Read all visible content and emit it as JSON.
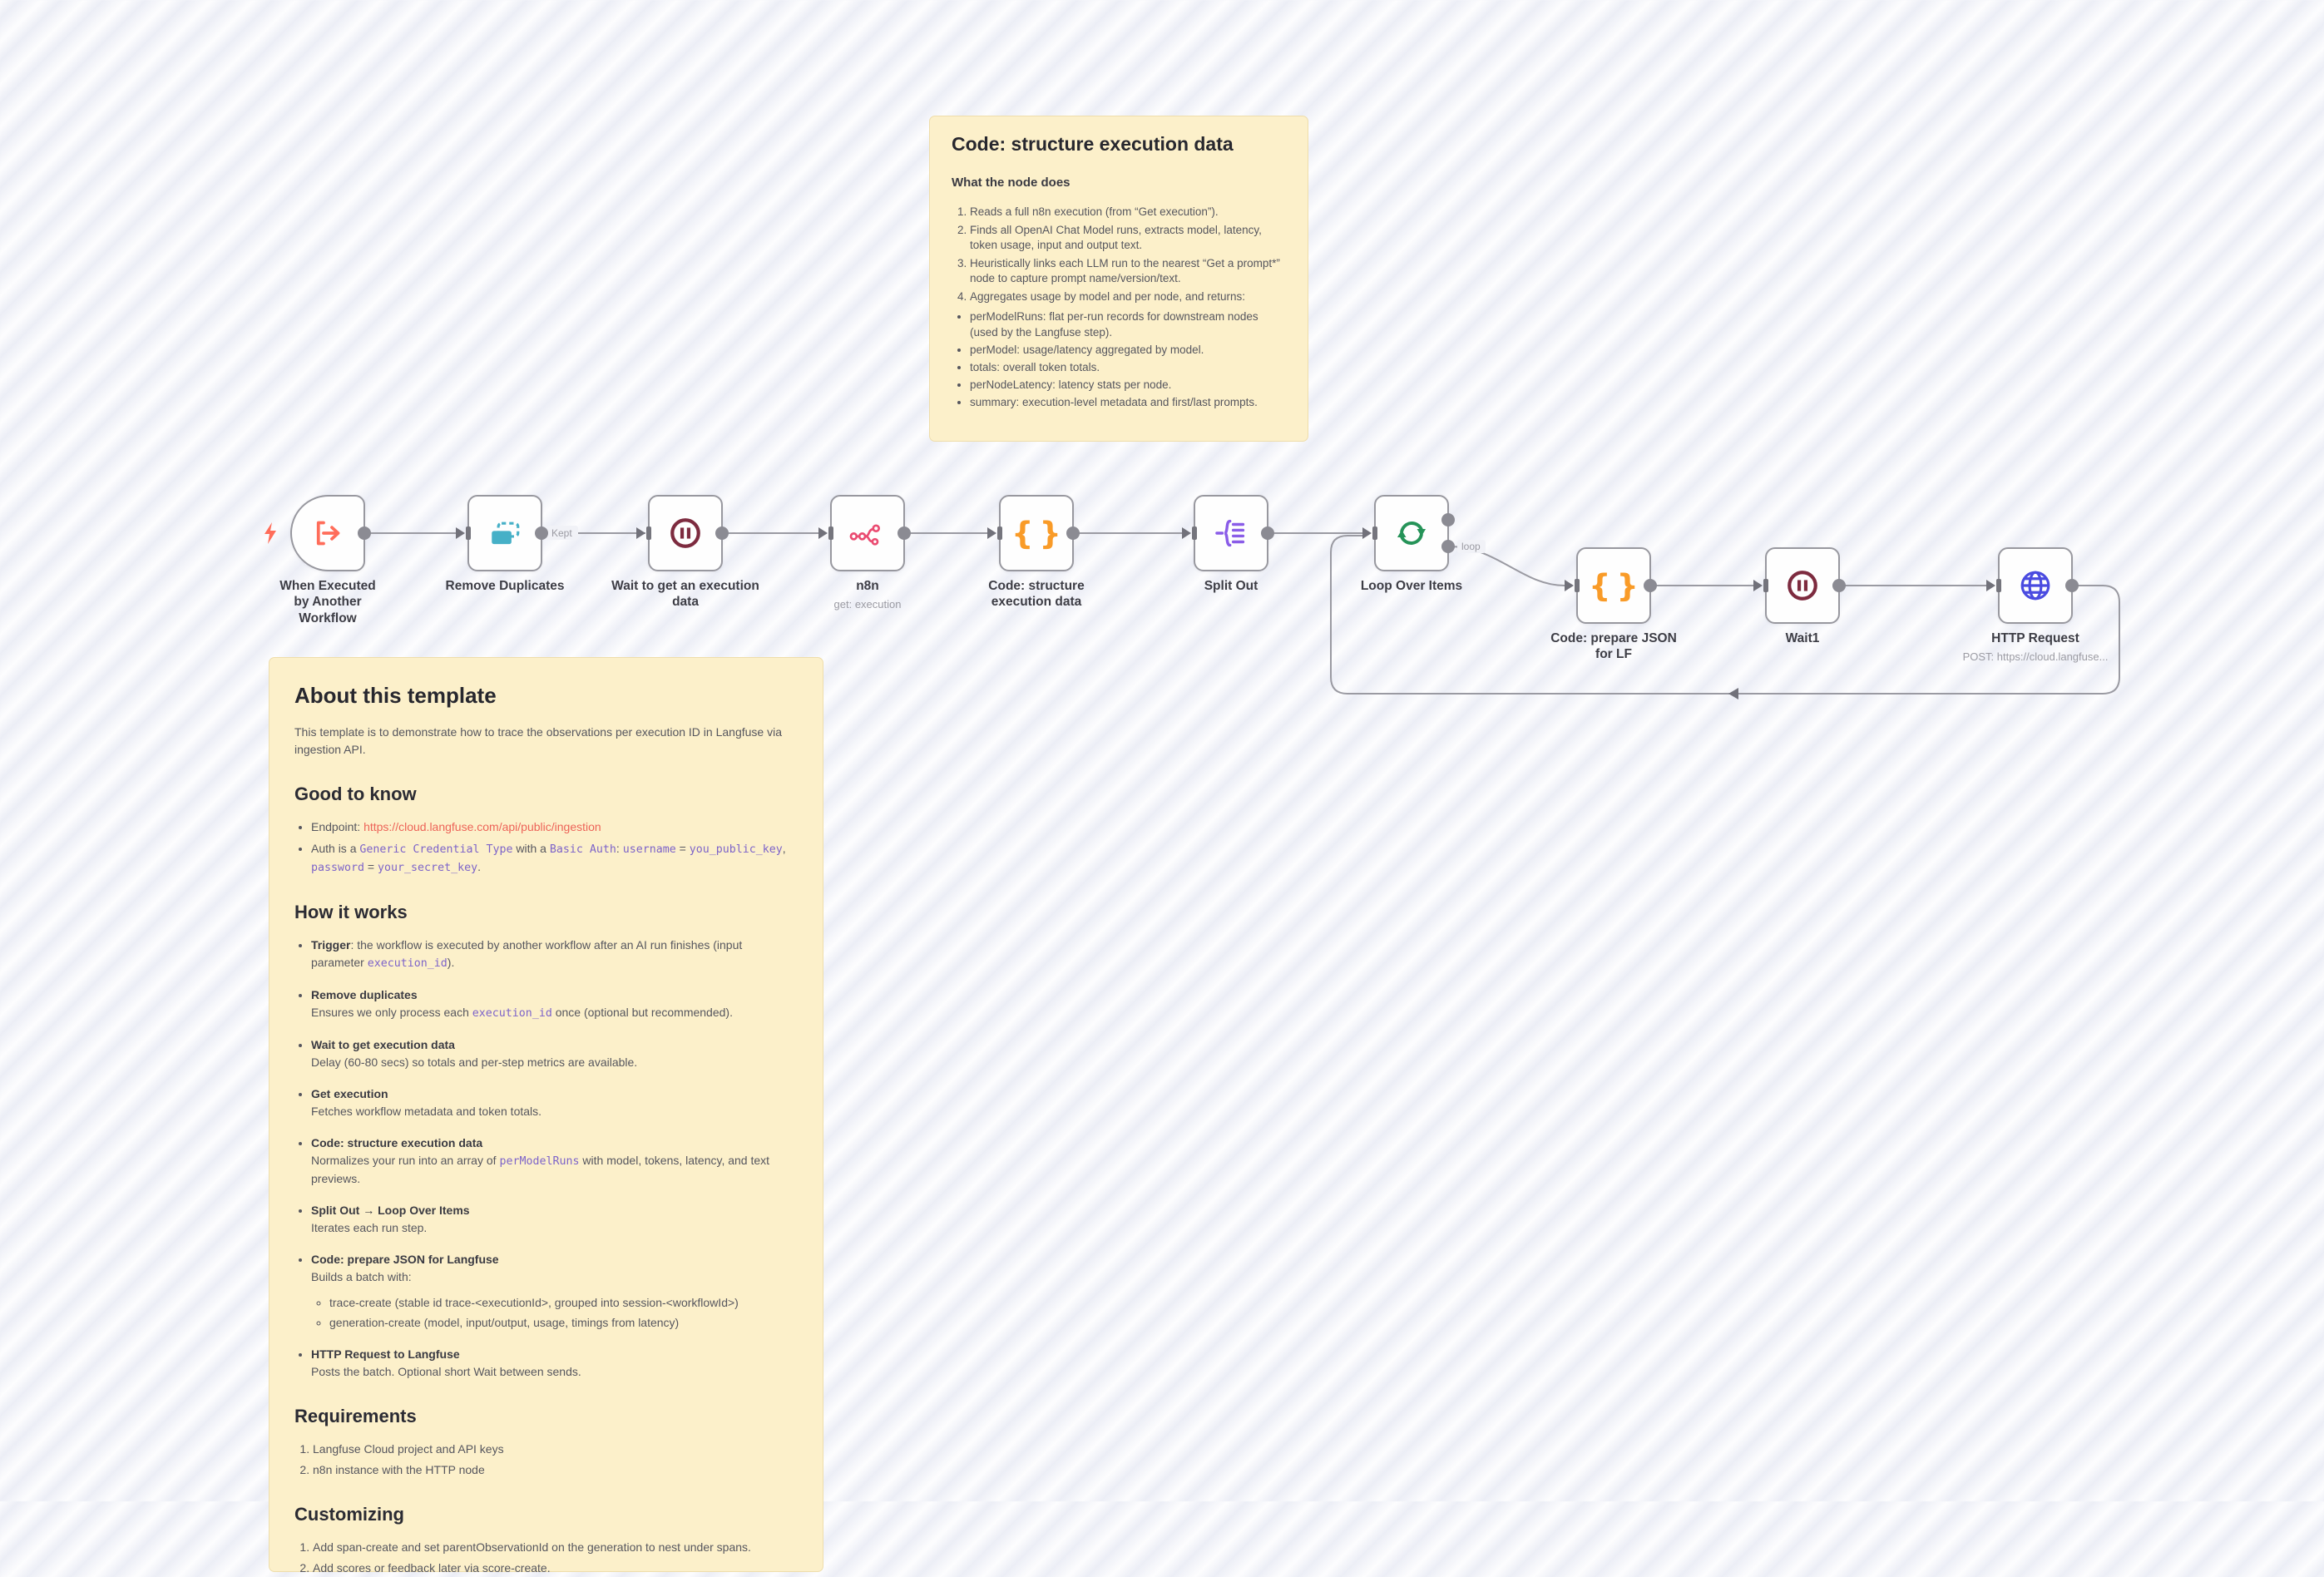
{
  "top_note": {
    "title": "Code: structure execution data",
    "heading": "What the node does",
    "items": [
      "Reads a full n8n execution (from “Get execution”).",
      "Finds all OpenAI Chat Model runs, extracts model, latency, token usage, input and output text.",
      "Heuristically links each LLM run to the nearest “Get a prompt*” node to capture prompt name/version/text.",
      "Aggregates usage by model and per node, and returns:"
    ],
    "bullets": [
      "perModelRuns: flat per-run records for downstream nodes (used by the Langfuse step).",
      "perModel: usage/latency aggregated by model.",
      "totals: overall token totals.",
      "perNodeLatency: latency stats per node.",
      "summary: execution-level metadata and first/last prompts."
    ]
  },
  "about_note": {
    "title": "About this template",
    "intro": "This template is to demonstrate how to trace the observations per execution ID in Langfuse via ingestion API.",
    "good_to_know": {
      "heading": "Good to know",
      "endpoint": [
        {
          "t": "Endpoint: "
        },
        {
          "t": "https://cloud.langfuse.com/api/public/ingestion",
          "s": "link"
        }
      ],
      "auth": [
        {
          "t": "Auth is a "
        },
        {
          "t": "Generic Credential Type",
          "s": "code"
        },
        {
          "t": " with a "
        },
        {
          "t": "Basic Auth",
          "s": "code"
        },
        {
          "t": ": "
        },
        {
          "t": "username",
          "s": "code"
        },
        {
          "t": " = "
        },
        {
          "t": "you_public_key",
          "s": "code"
        },
        {
          "t": ", "
        },
        {
          "t": "password",
          "s": "code"
        },
        {
          "t": " = "
        },
        {
          "t": "your_secret_key",
          "s": "code"
        },
        {
          "t": "."
        }
      ]
    },
    "how_it_works": {
      "heading": "How it works",
      "steps": [
        {
          "rich": [
            {
              "t": "Trigger",
              "s": "bold"
            },
            {
              "t": ": the workflow is executed by another workflow after an AI run finishes (input parameter "
            },
            {
              "t": "execution_id",
              "s": "code"
            },
            {
              "t": ")."
            }
          ]
        },
        {
          "title": "Remove duplicates",
          "desc": [
            {
              "t": "Ensures we only process each "
            },
            {
              "t": "execution_id",
              "s": "code"
            },
            {
              "t": " once (optional but recommended)."
            }
          ]
        },
        {
          "title": "Wait to get execution data",
          "desc": [
            {
              "t": "Delay (60-80 secs) so totals and per-step metrics are available."
            }
          ]
        },
        {
          "title": "Get execution",
          "desc": [
            {
              "t": "Fetches workflow metadata and token totals."
            }
          ]
        },
        {
          "title": "Code: structure execution data",
          "desc": [
            {
              "t": "Normalizes your run into an array of "
            },
            {
              "t": "perModelRuns",
              "s": "code"
            },
            {
              "t": " with model, tokens, latency, and text previews."
            }
          ]
        },
        {
          "title": "Split Out → Loop Over Items",
          "desc": [
            {
              "t": "Iterates each run step."
            }
          ]
        },
        {
          "title": "Code: prepare JSON for Langfuse",
          "desc": [
            {
              "t": "Builds a batch with:"
            }
          ],
          "subs": [
            "trace-create (stable id trace-<executionId>, grouped into session-<workflowId>)",
            "generation-create (model, input/output, usage, timings from latency)"
          ]
        },
        {
          "title": "HTTP Request to Langfuse",
          "desc": [
            {
              "t": "Posts the batch. Optional short Wait between sends."
            }
          ]
        }
      ]
    },
    "requirements": {
      "heading": "Requirements",
      "items": [
        "Langfuse Cloud project and API keys",
        "n8n instance with the HTTP node"
      ]
    },
    "customizing": {
      "heading": "Customizing",
      "items": [
        "Add span-create and set parentObservationId on the generation to nest under spans.",
        "Add scores or feedback later via score-create."
      ]
    }
  },
  "nodes": [
    {
      "label": "When Executed by Another Workflow"
    },
    {
      "label": "Remove Duplicates"
    },
    {
      "label": "Wait to get an execution data"
    },
    {
      "label": "n8n",
      "sub": "get: execution"
    },
    {
      "label": "Code: structure execution data"
    },
    {
      "label": "Split Out"
    },
    {
      "label": "Loop Over Items"
    },
    {
      "label": "Code: prepare JSON for LF"
    },
    {
      "label": "Wait1"
    },
    {
      "label": "HTTP Request",
      "sub": "POST: https://cloud.langfuse..."
    }
  ],
  "connection_labels": {
    "kept": "Kept",
    "loop": "loop"
  },
  "colors": {
    "sticky_bg": "#fcf0ca",
    "node_border": "#98989f",
    "wire": "#9a9aa2",
    "trigger_icon": "#ff6d5a",
    "remove_duplicates_icon": "#46b0c7",
    "wait_icon": "#7d2b3f",
    "n8n_icon": "#ea4b71",
    "code_icon": "#f99b28",
    "split_out_icon": "#8a5ce8",
    "loop_icon": "#259358",
    "http_icon": "#4a4be0",
    "link_text": "#ed6358",
    "code_text": "#7d64c9"
  }
}
